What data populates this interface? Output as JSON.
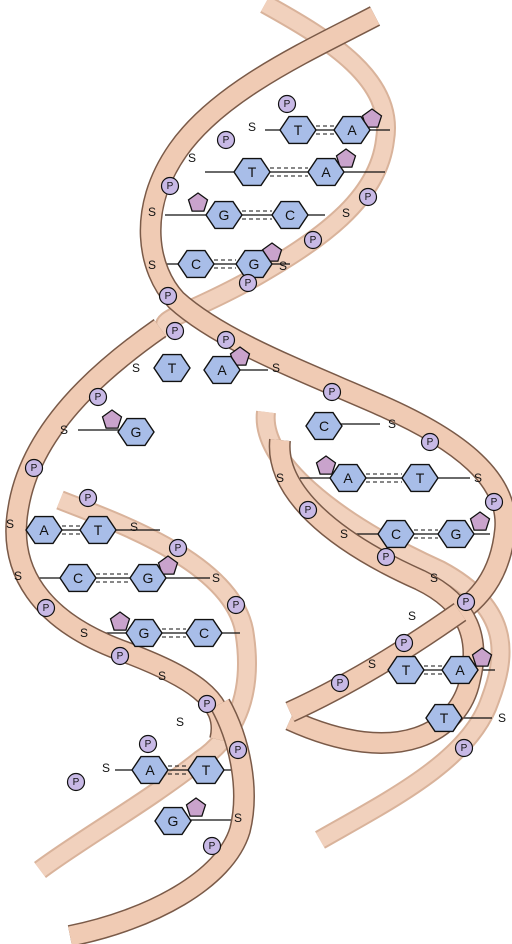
{
  "labels": {
    "sugar": "S",
    "phosphate": "P",
    "adenine": "A",
    "thymine": "T",
    "guanine": "G",
    "cytosine": "C"
  },
  "colors": {
    "strand_fill": "#f0cbb4",
    "strand_outline": "#7a5a48",
    "base_fill": "#a8bde8",
    "pentagon_fill": "#c9a3cc",
    "phosphate_fill": "#c8b9e6"
  },
  "diagram": {
    "parent_helix_pairs": [
      {
        "left": "T",
        "right": "A"
      },
      {
        "left": "T",
        "right": "A"
      },
      {
        "left": "G",
        "right": "C"
      },
      {
        "left": "C",
        "right": "G"
      }
    ],
    "unpaired_bases": [
      "T",
      "A",
      "G",
      "C"
    ],
    "left_daughter_pairs": [
      {
        "left": "A",
        "right": "T"
      },
      {
        "left": "C",
        "right": "G"
      },
      {
        "left": "G",
        "right": "C"
      },
      {
        "left": "A",
        "right": "T"
      }
    ],
    "left_daughter_unpaired": [
      "G"
    ],
    "right_daughter_pairs": [
      {
        "left": "A",
        "right": "T"
      },
      {
        "left": "C",
        "right": "G"
      },
      {
        "left": "T",
        "right": "A"
      }
    ],
    "right_daughter_unpaired": [
      "C",
      "T"
    ]
  }
}
